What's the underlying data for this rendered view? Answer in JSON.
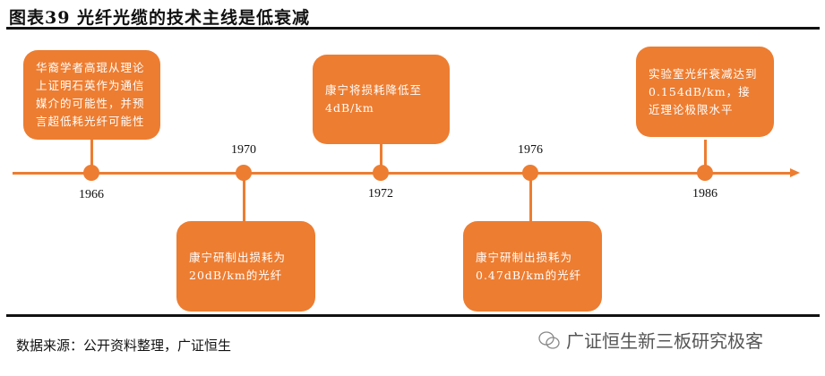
{
  "title": "图表39  光纤光缆的技术主线是低衰减",
  "colors": {
    "accent": "#ED7D31"
  },
  "events": [
    {
      "year": "1966",
      "text": "华裔学者高琨从理论上证明石英作为通信媒介的可能性，并预言超低耗光纤可能性"
    },
    {
      "year": "1970",
      "text": "康宁研制出损耗为20dB/km的光纤"
    },
    {
      "year": "1972",
      "text": "康宁将损耗降低至4dB/km"
    },
    {
      "year": "1976",
      "text": "康宁研制出损耗为0.47dB/km的光纤"
    },
    {
      "year": "1986",
      "text": "实验室光纤衰减达到0.154dB/km，接近理论极限水平"
    }
  ],
  "source": "数据来源：公开资料整理，广证恒生",
  "watermark": "广证恒生新三板研究极客"
}
